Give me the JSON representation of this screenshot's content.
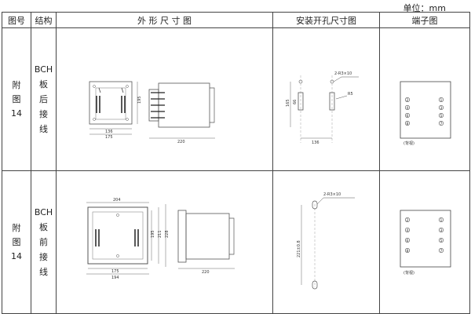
{
  "unit_label": "单位：mm",
  "headers": {
    "fig_no": "图号",
    "structure": "结构",
    "outline": "外 形 尺 寸 图",
    "mounting": "安装开孔尺寸图",
    "terminal": "端子图"
  },
  "rows": [
    {
      "fig": [
        "附",
        "图",
        "14"
      ],
      "structure": [
        "BCH",
        "板",
        "后",
        "接",
        "线"
      ],
      "outline_dims": {
        "w_inner": "136",
        "w_outer": "175",
        "h_inner": "195",
        "depth": "220"
      },
      "mount_dims": {
        "hole": "2-R3×10",
        "r": "R5",
        "h": "165",
        "small": "66",
        "w": "136"
      },
      "terminals": [
        "2",
        "4",
        "6",
        "8",
        "1",
        "3",
        "5",
        "7"
      ],
      "back_view": "(背视)"
    },
    {
      "fig": [
        "附",
        "图",
        "14"
      ],
      "structure": [
        "BCH",
        "板",
        "前",
        "接",
        "线"
      ],
      "outline_dims": {
        "top": "204",
        "w_inner": "175",
        "w_outer": "194",
        "h1": "195",
        "h2": "211",
        "h3": "228",
        "depth": "220"
      },
      "mount_dims": {
        "hole": "2-R3×10",
        "h": "221±0.8"
      },
      "terminals": [
        "2",
        "4",
        "6",
        "8",
        "1",
        "3",
        "5",
        "7"
      ],
      "back_view": "(背视)"
    }
  ]
}
